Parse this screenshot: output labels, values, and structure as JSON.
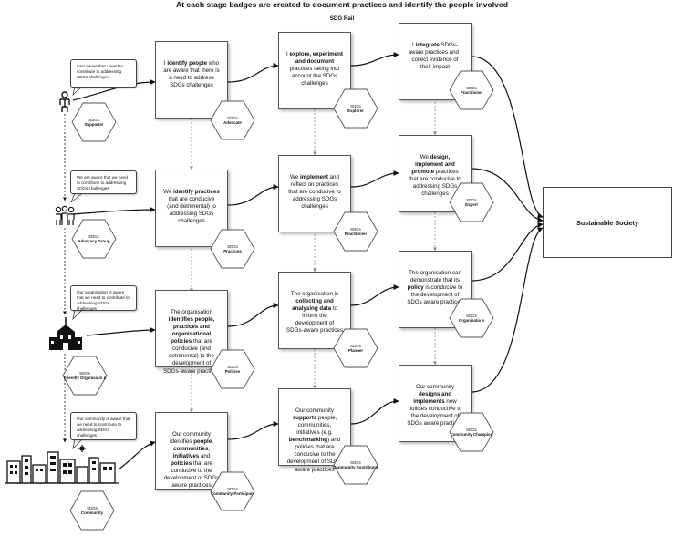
{
  "header": {
    "title": "At each stage badges are created to document practices and identify the people involved",
    "subtitle": "SDG Rail"
  },
  "society": "Sustainable Society",
  "bubbles": [
    "I am aware that I need to contribute to addressing SDGs challenges",
    "We are aware that we need to contribute to addressing SDGs challenges",
    "Our organisation is aware that we need to contribute to addressing SDGs challenges",
    "Our community is aware that we need to contribute to addressing SDGs challenges"
  ],
  "left_badges": [
    {
      "line1": "SDGs",
      "line2": "Supporter"
    },
    {
      "line1": "SDGs",
      "line2": "Advocacy Group"
    },
    {
      "line1": "SDGs",
      "line2": "Friendly Organisatio n"
    },
    {
      "line1": "SDGs",
      "line2": "Community"
    }
  ],
  "col1": [
    {
      "parts": [
        [
          "I "
        ],
        [
          "identify",
          true
        ],
        [
          "  "
        ],
        [
          "people",
          true
        ],
        [
          " who are aware that there is a need to address SDGs challenges"
        ]
      ],
      "badge": {
        "line1": "SDGs",
        "line2": "Advocate"
      }
    },
    {
      "parts": [
        [
          "We "
        ],
        [
          "identify practices",
          true
        ],
        [
          " that are conducive (and detrimental) to addressing SDGs challenges"
        ]
      ],
      "badge": {
        "line1": "SDGs",
        "line2": "Practices"
      }
    },
    {
      "parts": [
        [
          "The organisation "
        ],
        [
          "identifies people, practices and organisational policies",
          true
        ],
        [
          " that are conducive (and detrimental) to the development of SDGs-aware practices"
        ]
      ],
      "badge": {
        "line1": "SDGs",
        "line2": "Policies"
      }
    },
    {
      "parts": [
        [
          "Our community identifies "
        ],
        [
          "people",
          true
        ],
        [
          ", "
        ],
        [
          "communities",
          true
        ],
        [
          ", "
        ],
        [
          "initiatives",
          true
        ],
        [
          " and "
        ],
        [
          "policies",
          true
        ],
        [
          " that are conducive to the development of SDGs aware practices"
        ]
      ],
      "badge": {
        "line1": "SDGs",
        "line2": "Community Participant"
      }
    }
  ],
  "col2": [
    {
      "parts": [
        [
          "I "
        ],
        [
          "explore, experiment and document",
          true
        ],
        [
          " practices taking into account the SDGs challenges"
        ]
      ],
      "badge": {
        "line1": "SDGs",
        "line2": "Explorer"
      }
    },
    {
      "parts": [
        [
          "We "
        ],
        [
          "implement",
          true
        ],
        [
          " and reflect on practices that are conducive to addressing SDGs challenges"
        ]
      ],
      "badge": {
        "line1": "SDGs",
        "line2": "Practitioner"
      }
    },
    {
      "parts": [
        [
          "The organisation is "
        ],
        [
          "collecting and analysing data",
          true
        ],
        [
          " to inform the development of SDGs-aware practices"
        ]
      ],
      "badge": {
        "line1": "SDGs",
        "line2": "Planner"
      }
    },
    {
      "parts": [
        [
          "Our community "
        ],
        [
          "supports",
          true
        ],
        [
          " people, communities, initiatives (e.g. "
        ],
        [
          "benchmarking",
          true
        ],
        [
          ") and policies that are conducive to the development of SDGs aware practices"
        ]
      ],
      "badge": {
        "line1": "SDGs",
        "line2": "Community Contributor"
      }
    }
  ],
  "col3": [
    {
      "parts": [
        [
          "I "
        ],
        [
          "integrate",
          true
        ],
        [
          " SDGs-aware practices and I collect evidence of their impact"
        ]
      ],
      "badge": {
        "line1": "SDGs",
        "line2": "Practitioner"
      }
    },
    {
      "parts": [
        [
          "We "
        ],
        [
          "design, implement and promote",
          true
        ],
        [
          " practices that are conducive to addressing SDGs challenges"
        ]
      ],
      "badge": {
        "line1": "SDGs",
        "line2": "Expert"
      }
    },
    {
      "parts": [
        [
          "The organisation can demonstrate that its "
        ],
        [
          "policy",
          true
        ],
        [
          " is conducive to  the development of SDGs aware practices"
        ]
      ],
      "badge": {
        "line1": "SDGs",
        "line2": "Organisatio n"
      }
    },
    {
      "parts": [
        [
          "Our community "
        ],
        [
          "designs and implements",
          true
        ],
        [
          " new policies conductive to the development of SDGs aware practices"
        ]
      ],
      "badge": {
        "line1": "SDGs",
        "line2": "Community Champion"
      }
    }
  ],
  "icons": [
    "person-icon",
    "group-icon",
    "building-icon",
    "city-icon"
  ]
}
